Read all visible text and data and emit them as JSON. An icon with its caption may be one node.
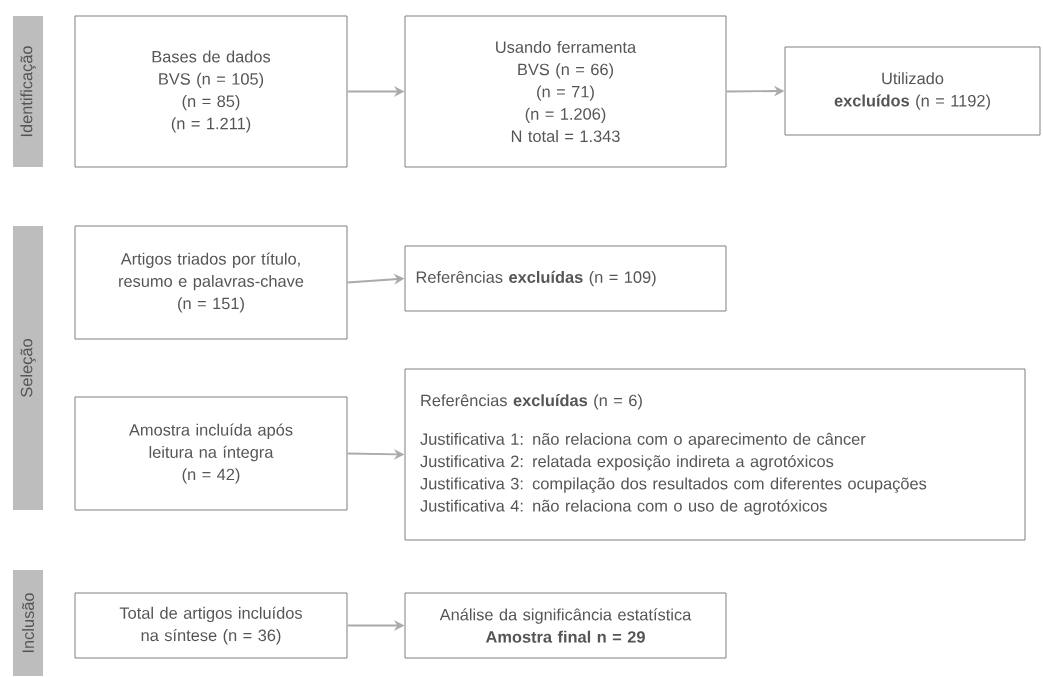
{
  "diagram": {
    "nodes": [
      {
        "text": [
          "Identificação"
        ]
      },
      {
        "text": [
          "Bases de dados",
          "BVS (n = 105)",
          "(n = 85)",
          "(n = 1.211)"
        ]
      },
      {
        "text": [
          "Usando ferramenta",
          "BVS (n = 66)",
          "(n = 71)",
          "(n = 1.206)",
          "N total = 1.343"
        ]
      },
      {
        "text": [
          "Utilizado",
          "**excluídos** (n = 1192)"
        ]
      },
      {
        "text": [
          "Seleção"
        ]
      },
      {
        "text": [
          "Artigos triados por título, resumo e palavras-chave",
          "(n = 151)"
        ]
      },
      {
        "text": [
          "Referências **excluídas** (n = 109)"
        ]
      },
      {
        "text": [
          "Amostra incluída após leitura na íntegra",
          "(n = 42)"
        ]
      },
      {
        "text": [
          "Referências **excluídas** (n = 6)",
          "Justificativa 1: não relaciona com o aparecimento de câncer",
          "Justificativa 2: relatada exposição indireta a agrotóxicos",
          "Justificativa 3: compilação dos resultados com diferentes ocupações",
          "Justificativa 4: não relaciona com o uso de agrotóxicos"
        ]
      },
      {
        "text": [
          "Inclusão"
        ]
      },
      {
        "text": [
          "Total de artigos incluídos na síntese (n = 36)"
        ]
      },
      {
        "text": [
          "Análise da significância estatística",
          "Amostra final n = 29"
        ]
      }
    ],
    "edges": [
      {
        "from": 1,
        "to": 2,
        "arrow": "to"
      },
      {
        "from": 2,
        "to": 3,
        "arrow": "to"
      },
      {
        "from": 5,
        "to": 6,
        "arrow": "to"
      },
      {
        "from": 7,
        "to": 8,
        "arrow": "to"
      },
      {
        "from": 10,
        "to": 11,
        "arrow": "to"
      }
    ]
  }
}
